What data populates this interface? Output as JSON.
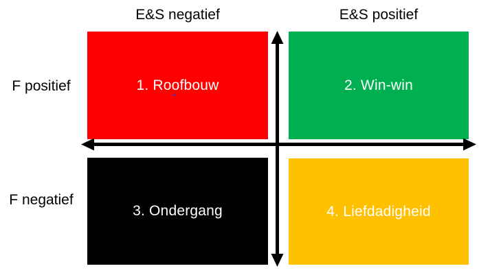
{
  "diagram": {
    "title": "E&S / F quadrant matrix",
    "type": "2x2-quadrant-diagram"
  },
  "colors": {
    "q1": "#FF0000",
    "q2": "#00B050",
    "q3": "#000000",
    "q4": "#FFC000",
    "axis": "#000000",
    "background": "#FFFFFF",
    "quadrant_text": "#FFFFFF",
    "label_text": "#000000",
    "artifact_dot": "#3333BB"
  },
  "axis_labels": {
    "top_left": "E&S negatief",
    "top_right": "E&S positief",
    "left_top": "F positief",
    "left_bottom": "F negatief"
  },
  "quadrants": [
    {
      "id": 1,
      "label": "1. Roofbouw",
      "position": "top-left",
      "color": "#FF0000"
    },
    {
      "id": 2,
      "label": "2. Win-win",
      "position": "top-right",
      "color": "#00B050"
    },
    {
      "id": 3,
      "label": "3. Ondergang",
      "position": "bottom-left",
      "color": "#000000"
    },
    {
      "id": 4,
      "label": "4. Liefdadigheid",
      "position": "bottom-right",
      "color": "#FFC000"
    }
  ],
  "chart_data": {
    "type": "table",
    "title": "",
    "columns": [
      "",
      "E&S negatief",
      "E&S positief"
    ],
    "rows": [
      {
        "row_label": "F positief",
        "cells": [
          "1. Roofbouw",
          "2. Win-win"
        ]
      },
      {
        "row_label": "F negatief",
        "cells": [
          "3. Ondergang",
          "4. Liefdadigheid"
        ]
      }
    ]
  }
}
